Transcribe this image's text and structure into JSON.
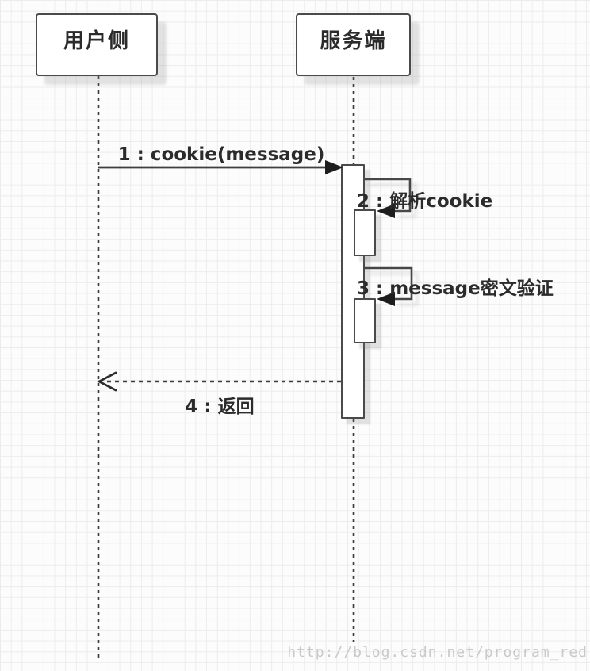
{
  "diagram": {
    "type": "uml-sequence",
    "actors": [
      {
        "id": "user",
        "label": "用户侧"
      },
      {
        "id": "server",
        "label": "服务端"
      }
    ],
    "messages": [
      {
        "seq": 1,
        "label": "1 : cookie(message)",
        "from": "user",
        "to": "server",
        "line": "solid",
        "arrow": "filled"
      },
      {
        "seq": 2,
        "label": "2 : 解析cookie",
        "from": "server",
        "to": "server",
        "line": "self-loop",
        "arrow": "filled"
      },
      {
        "seq": 3,
        "label": "3 : message密文验证",
        "from": "server",
        "to": "server",
        "line": "self-loop",
        "arrow": "filled"
      },
      {
        "seq": 4,
        "label": "4 : 返回",
        "from": "server",
        "to": "user",
        "line": "dashed",
        "arrow": "open"
      }
    ],
    "activations": [
      {
        "owner": "server",
        "kind": "main"
      },
      {
        "owner": "server",
        "kind": "nested-1"
      },
      {
        "owner": "server",
        "kind": "nested-2"
      }
    ]
  },
  "watermark": {
    "text": "http://blog.csdn.net/program_red"
  },
  "colors": {
    "background": "#fcfcfc",
    "grid": "#ececec",
    "stroke": "#3f3f3f",
    "text": "#2b2b2b",
    "watermark": "#c9c9c9"
  }
}
